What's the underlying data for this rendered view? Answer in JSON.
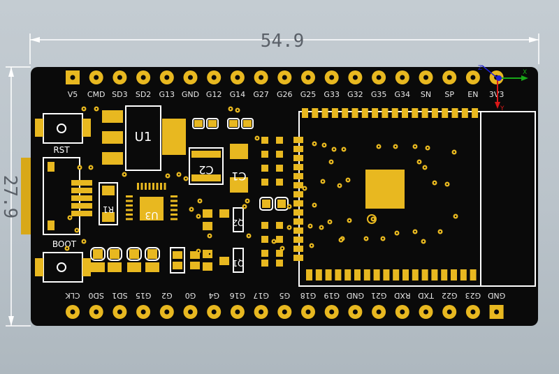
{
  "dimensions": {
    "width": "54.9",
    "height": "27.9"
  },
  "top_pins": [
    "V5",
    "CMD",
    "SD3",
    "SD2",
    "G13",
    "GND",
    "G12",
    "G14",
    "G27",
    "G26",
    "G25",
    "G33",
    "G32",
    "G35",
    "G34",
    "SN",
    "SP",
    "EN",
    "3V3"
  ],
  "bottom_pins": [
    "CLK",
    "SD0",
    "SD1",
    "G15",
    "G2",
    "G0",
    "G4",
    "G16",
    "G17",
    "G5",
    "G18",
    "G19",
    "GND",
    "G21",
    "RXD",
    "TXD",
    "G22",
    "G23",
    "GND"
  ],
  "silkscreen": {
    "rst": "RST",
    "boot": "BOOT",
    "u1": "U1",
    "c2": "C2",
    "c1": "C1",
    "u3": "U3",
    "r1": "R1",
    "q2": "Q2",
    "q1": "Q1"
  },
  "axis_gizmo": {
    "x": "X",
    "y": "Y",
    "z": "Z"
  },
  "colors": {
    "board": "#0a0a0a",
    "copper": "#e8b820",
    "copper_dark": "#c99a10",
    "silkscreen": "#ffffff",
    "dimension": "#ffffff",
    "background": "#bfc7cd",
    "axis_x": "#18a818",
    "axis_y": "#d81818",
    "axis_z": "#2020d0"
  }
}
